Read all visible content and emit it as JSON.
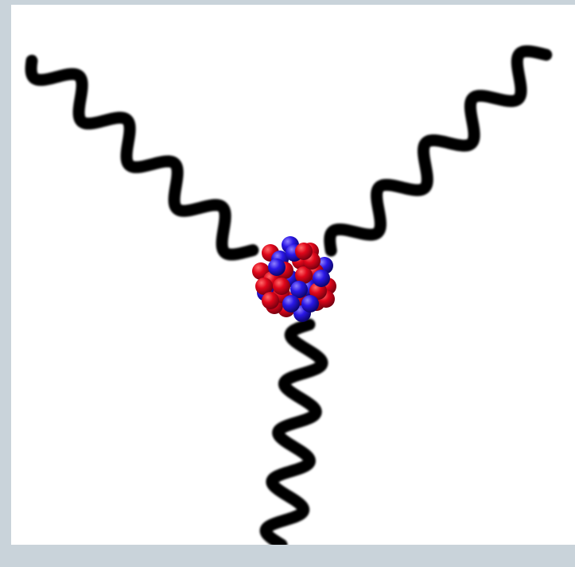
{
  "figure": {
    "background_color": "#ffffff",
    "frame_color": "#c9d3da",
    "wave_color": "#000000",
    "nucleon_colors": {
      "proton": "#e0061a",
      "neutron": "#2a17e6"
    },
    "elements": {
      "nucleus": "nucleus",
      "photon_upper_left": "wavy-line",
      "photon_upper_right": "wavy-line",
      "photon_bottom": "wavy-line"
    }
  }
}
